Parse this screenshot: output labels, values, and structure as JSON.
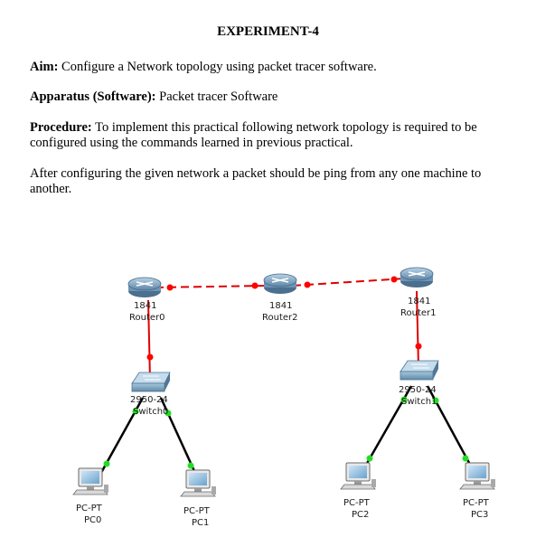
{
  "title": "EXPERIMENT-4",
  "aim": {
    "label": "Aim:",
    "text": "Configure a Network topology using packet tracer software."
  },
  "apparatus": {
    "label": "Apparatus (Software):",
    "text": "Packet tracer Software"
  },
  "procedure": {
    "label": "Procedure:",
    "line1": "To implement this practical following network topology is required to be",
    "line2": "configured using the commands learned in previous practical."
  },
  "after": {
    "line1": "After configuring the given network a packet should be ping from any one machine to",
    "line2": "another."
  },
  "topology": {
    "link_color": "#e00000",
    "link_port_color": "#ff0000",
    "access_port_color": "#22dd22",
    "routers": [
      {
        "model": "1841",
        "name": "Router0"
      },
      {
        "model": "1841",
        "name": "Router2"
      },
      {
        "model": "1841",
        "name": "Router1"
      }
    ],
    "switches": [
      {
        "model": "2950-24",
        "name": "Switch0"
      },
      {
        "model": "2950-24",
        "name": "Switch1"
      }
    ],
    "pcs": [
      {
        "model": "PC-PT",
        "name": "PC0"
      },
      {
        "model": "PC-PT",
        "name": "PC1"
      },
      {
        "model": "PC-PT",
        "name": "PC2"
      },
      {
        "model": "PC-PT",
        "name": "PC3"
      }
    ]
  }
}
